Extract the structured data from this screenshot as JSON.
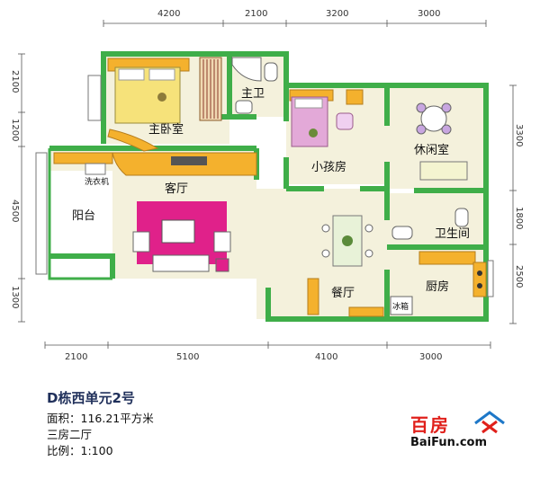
{
  "dimensions": {
    "top": [
      "4200",
      "2100",
      "3200",
      "3000"
    ],
    "bottom": [
      "2100",
      "5100",
      "4100",
      "3000"
    ],
    "left": [
      "2100",
      "1200",
      "4500",
      "1300"
    ],
    "right": [
      "3300",
      "1800",
      "2500"
    ]
  },
  "rooms": {
    "master_bedroom": "主卧室",
    "master_bath": "主卫",
    "kids_room": "小孩房",
    "leisure_room": "休闲室",
    "living_room": "客厅",
    "balcony": "阳台",
    "washer": "洗衣机",
    "bathroom": "卫生间",
    "dining": "餐厅",
    "kitchen": "厨房",
    "fridge": "冰箱"
  },
  "info": {
    "title": "D栋西单元2号",
    "area": "面积：116.21平方米",
    "layout": "三房二厅",
    "scale": "比例：1:100"
  },
  "logo": {
    "cn": "百房",
    "en": "BaiFun.com"
  },
  "colors": {
    "wall": "#3fae49",
    "floor": "#f4f1dc",
    "sofa": "#e0218a",
    "cabinet": "#f4b12d",
    "bed": "#f6e27a"
  }
}
